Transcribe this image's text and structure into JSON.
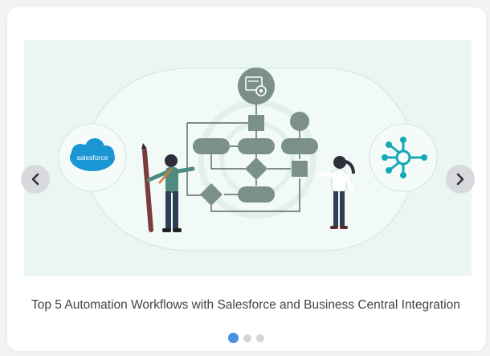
{
  "card": {
    "title": "Top 5 Automation Workflows with Salesforce and Business Central Integration",
    "image_alt_logo_text": "salesforce"
  },
  "carousel": {
    "prev_icon": "chevron-left-icon",
    "next_icon": "chevron-right-icon",
    "slide_count": 3,
    "active_slide": 1
  },
  "colors": {
    "banner_bg": "#eaf6f3",
    "flow_shape": "#7a9088",
    "salesforce_blue": "#1b96d4",
    "bc_teal": "#14a9b8",
    "active_dot": "#4a90e2"
  }
}
